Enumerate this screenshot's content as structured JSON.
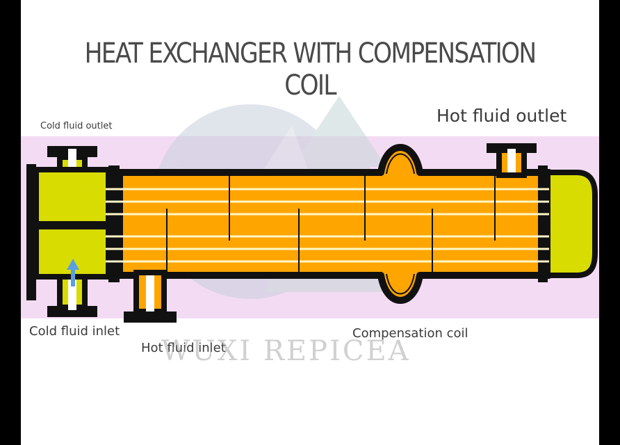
{
  "title": "HEAT EXCHANGER WITH COMPENSATION COIL",
  "labels": {
    "cold_fluid_outlet": "Cold fluid outlet",
    "hot_fluid_outlet": "Hot fluid outlet",
    "cold_fluid_inlet": "Cold fluid inlet",
    "hot_fluid_inlet": "Hot fluid inlet",
    "compensation_coil": "Compensation coil"
  },
  "watermark": "WUXI   REPICEA",
  "colors": {
    "shell_fluid": "#ffa500",
    "channel_fluid": "#d8dc00",
    "outline": "#111111",
    "band": "#f3dcf3",
    "tube": "#fff7c8",
    "arrow": "#5aa0e0",
    "title_text": "#4a4a4a"
  }
}
